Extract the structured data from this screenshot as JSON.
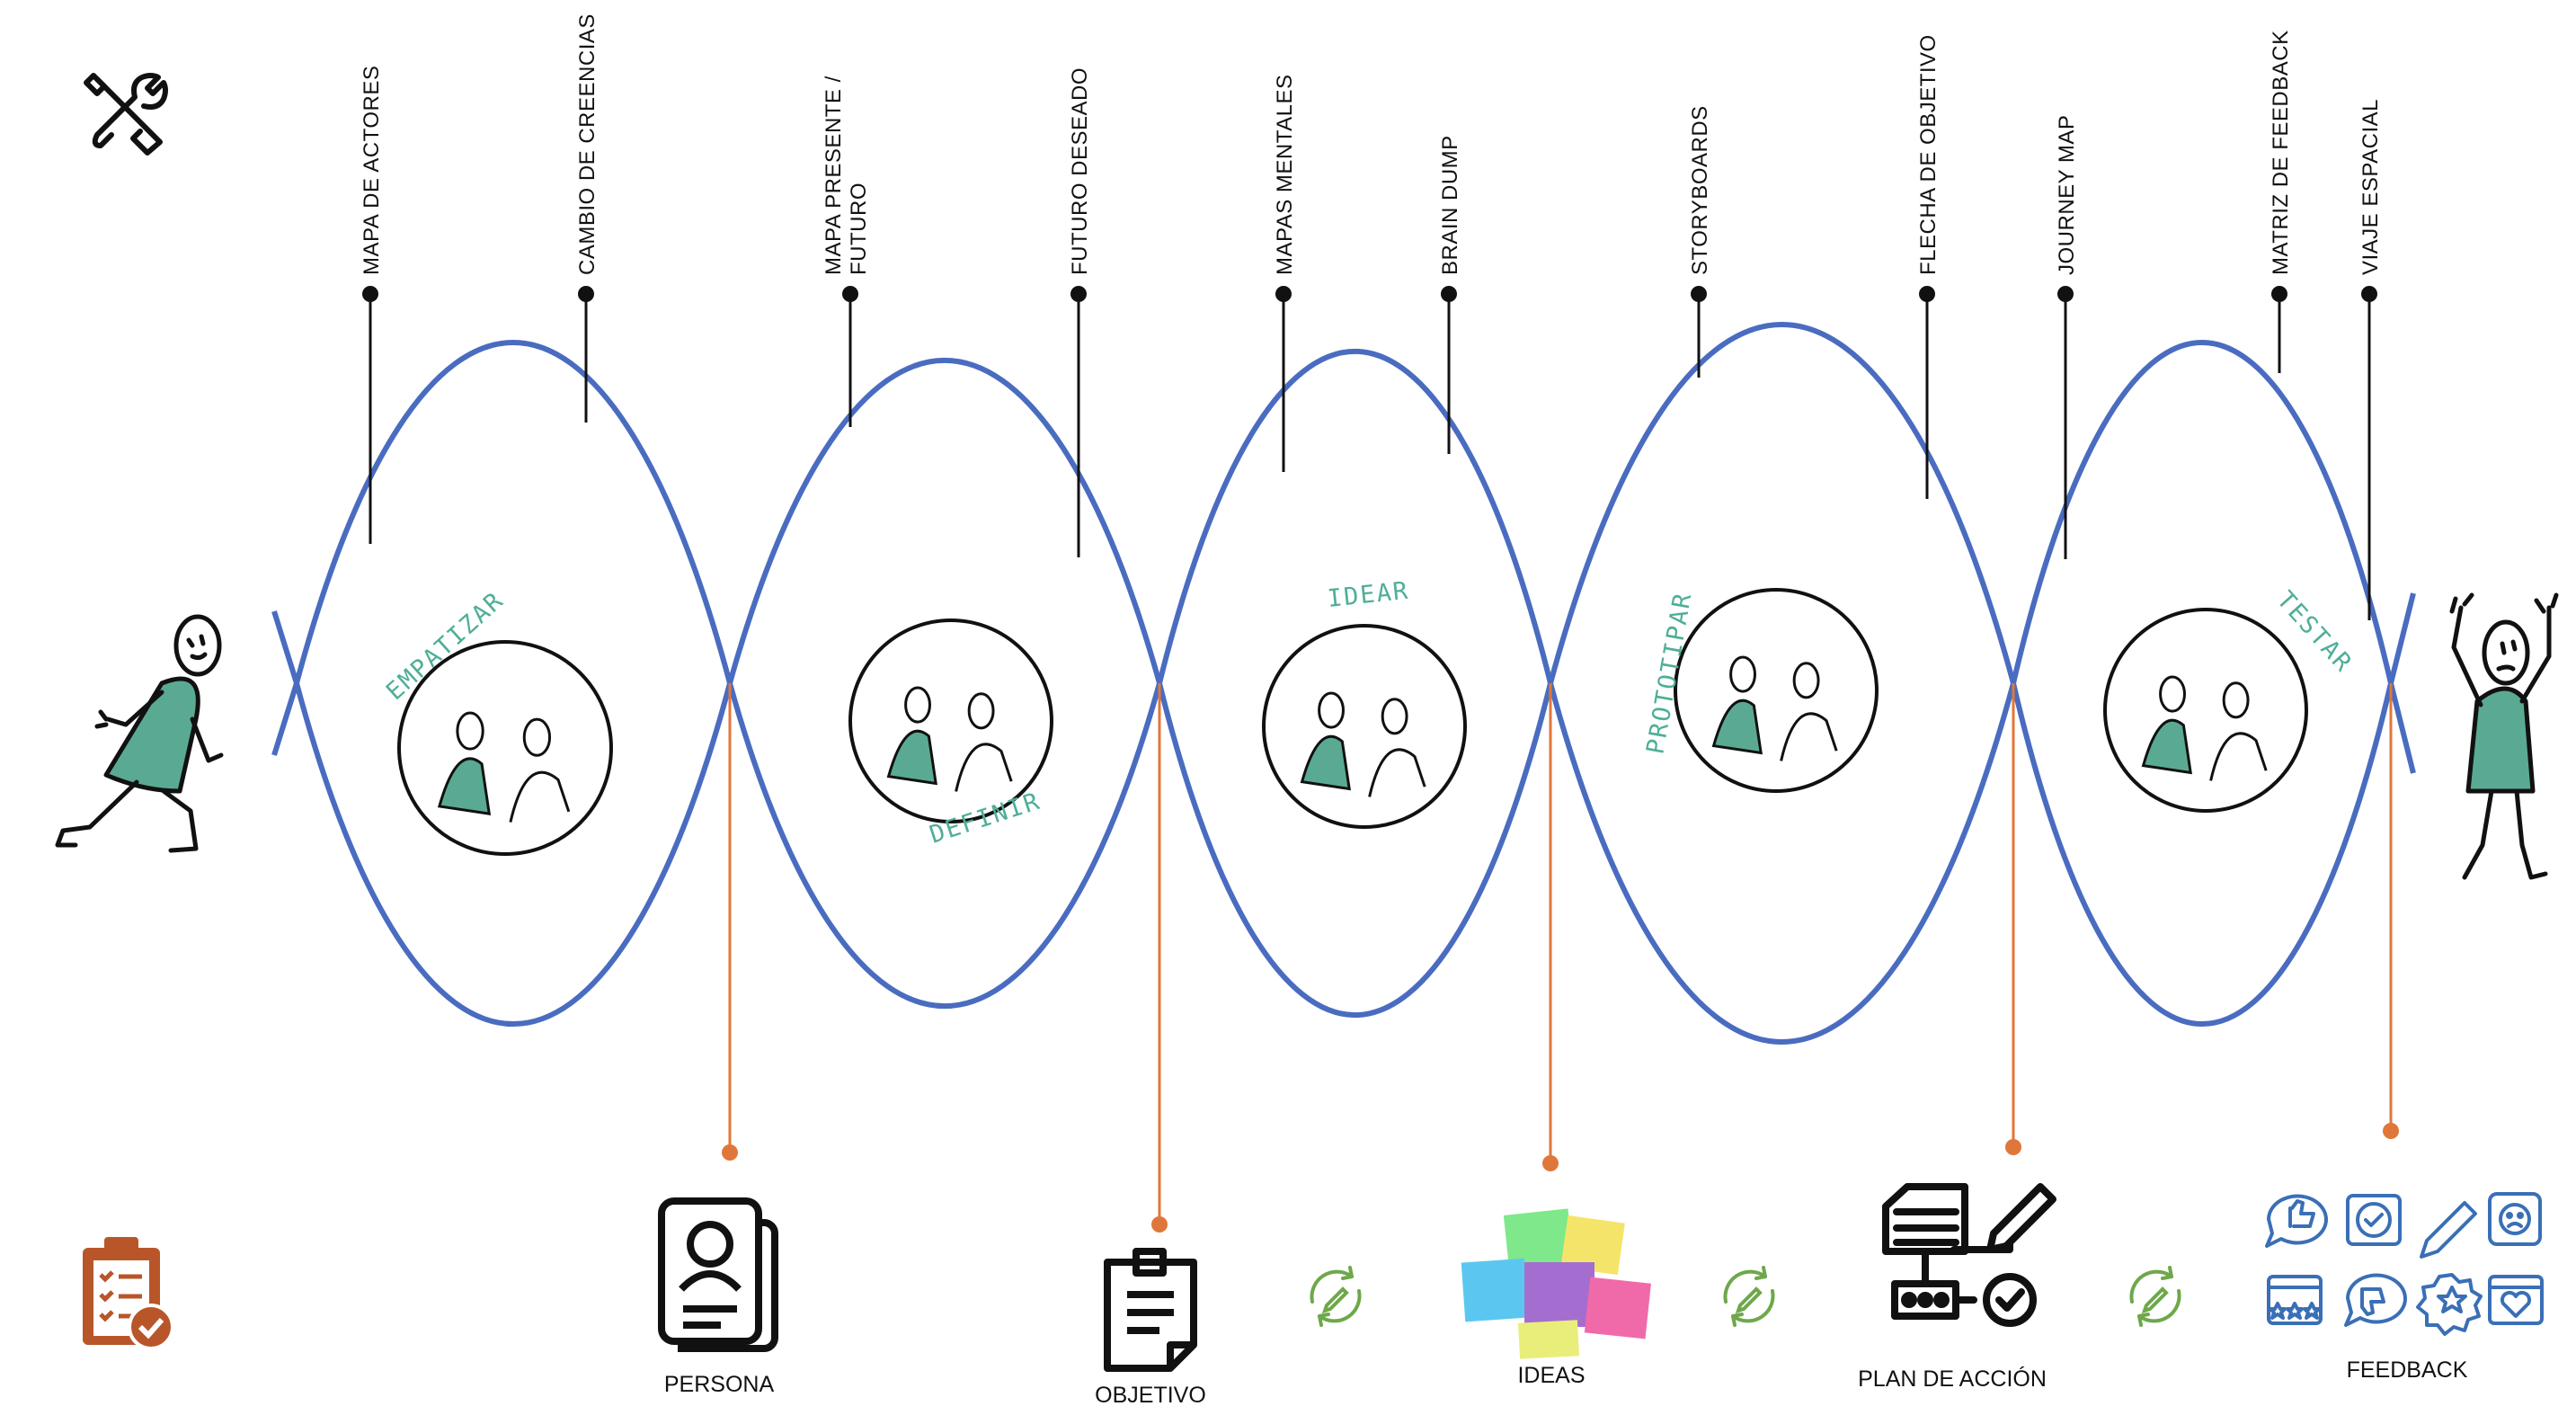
{
  "colors": {
    "wave": "#4a6cc0",
    "connector": "#e0773a",
    "accent_teal": "#5aaa93",
    "ink": "#111111",
    "clipboard": "#b8562a",
    "cycle_green": "#6ea84a",
    "feedback_blue": "#3a6fb6"
  },
  "methods": [
    {
      "label": "MAPA DE ACTORES"
    },
    {
      "label": "CAMBIO DE CREENCIAS"
    },
    {
      "label": "MAPA PRESENTE /",
      "label2": "FUTURO"
    },
    {
      "label": "FUTURO DESEADO"
    },
    {
      "label": "MAPAS MENTALES"
    },
    {
      "label": "BRAIN DUMP"
    },
    {
      "label": "STORYBOARDS"
    },
    {
      "label": "FLECHA DE OBJETIVO"
    },
    {
      "label": "JOURNEY MAP"
    },
    {
      "label": "MATRIZ DE FEEDBACK"
    },
    {
      "label": "VIAJE ESPACIAL"
    }
  ],
  "phases": [
    {
      "label": "EMPATIZAR"
    },
    {
      "label": "DEFINIR"
    },
    {
      "label": "IDEAR"
    },
    {
      "label": "PROTOTIPAR"
    },
    {
      "label": "TESTAR"
    }
  ],
  "outputs": [
    {
      "label": "PERSONA",
      "icon": "persona-card-icon"
    },
    {
      "label": "OBJETIVO",
      "icon": "document-icon"
    },
    {
      "label": "IDEAS",
      "icon": "sticky-notes-icon"
    },
    {
      "label": "PLAN DE ACCIÓN",
      "icon": "action-plan-icon"
    },
    {
      "label": "FEEDBACK",
      "icon": "feedback-icons"
    }
  ],
  "icons": {
    "tools": "tools-icon",
    "checklist": "clipboard-checklist-icon",
    "cycle": "cycle-edit-icon"
  }
}
